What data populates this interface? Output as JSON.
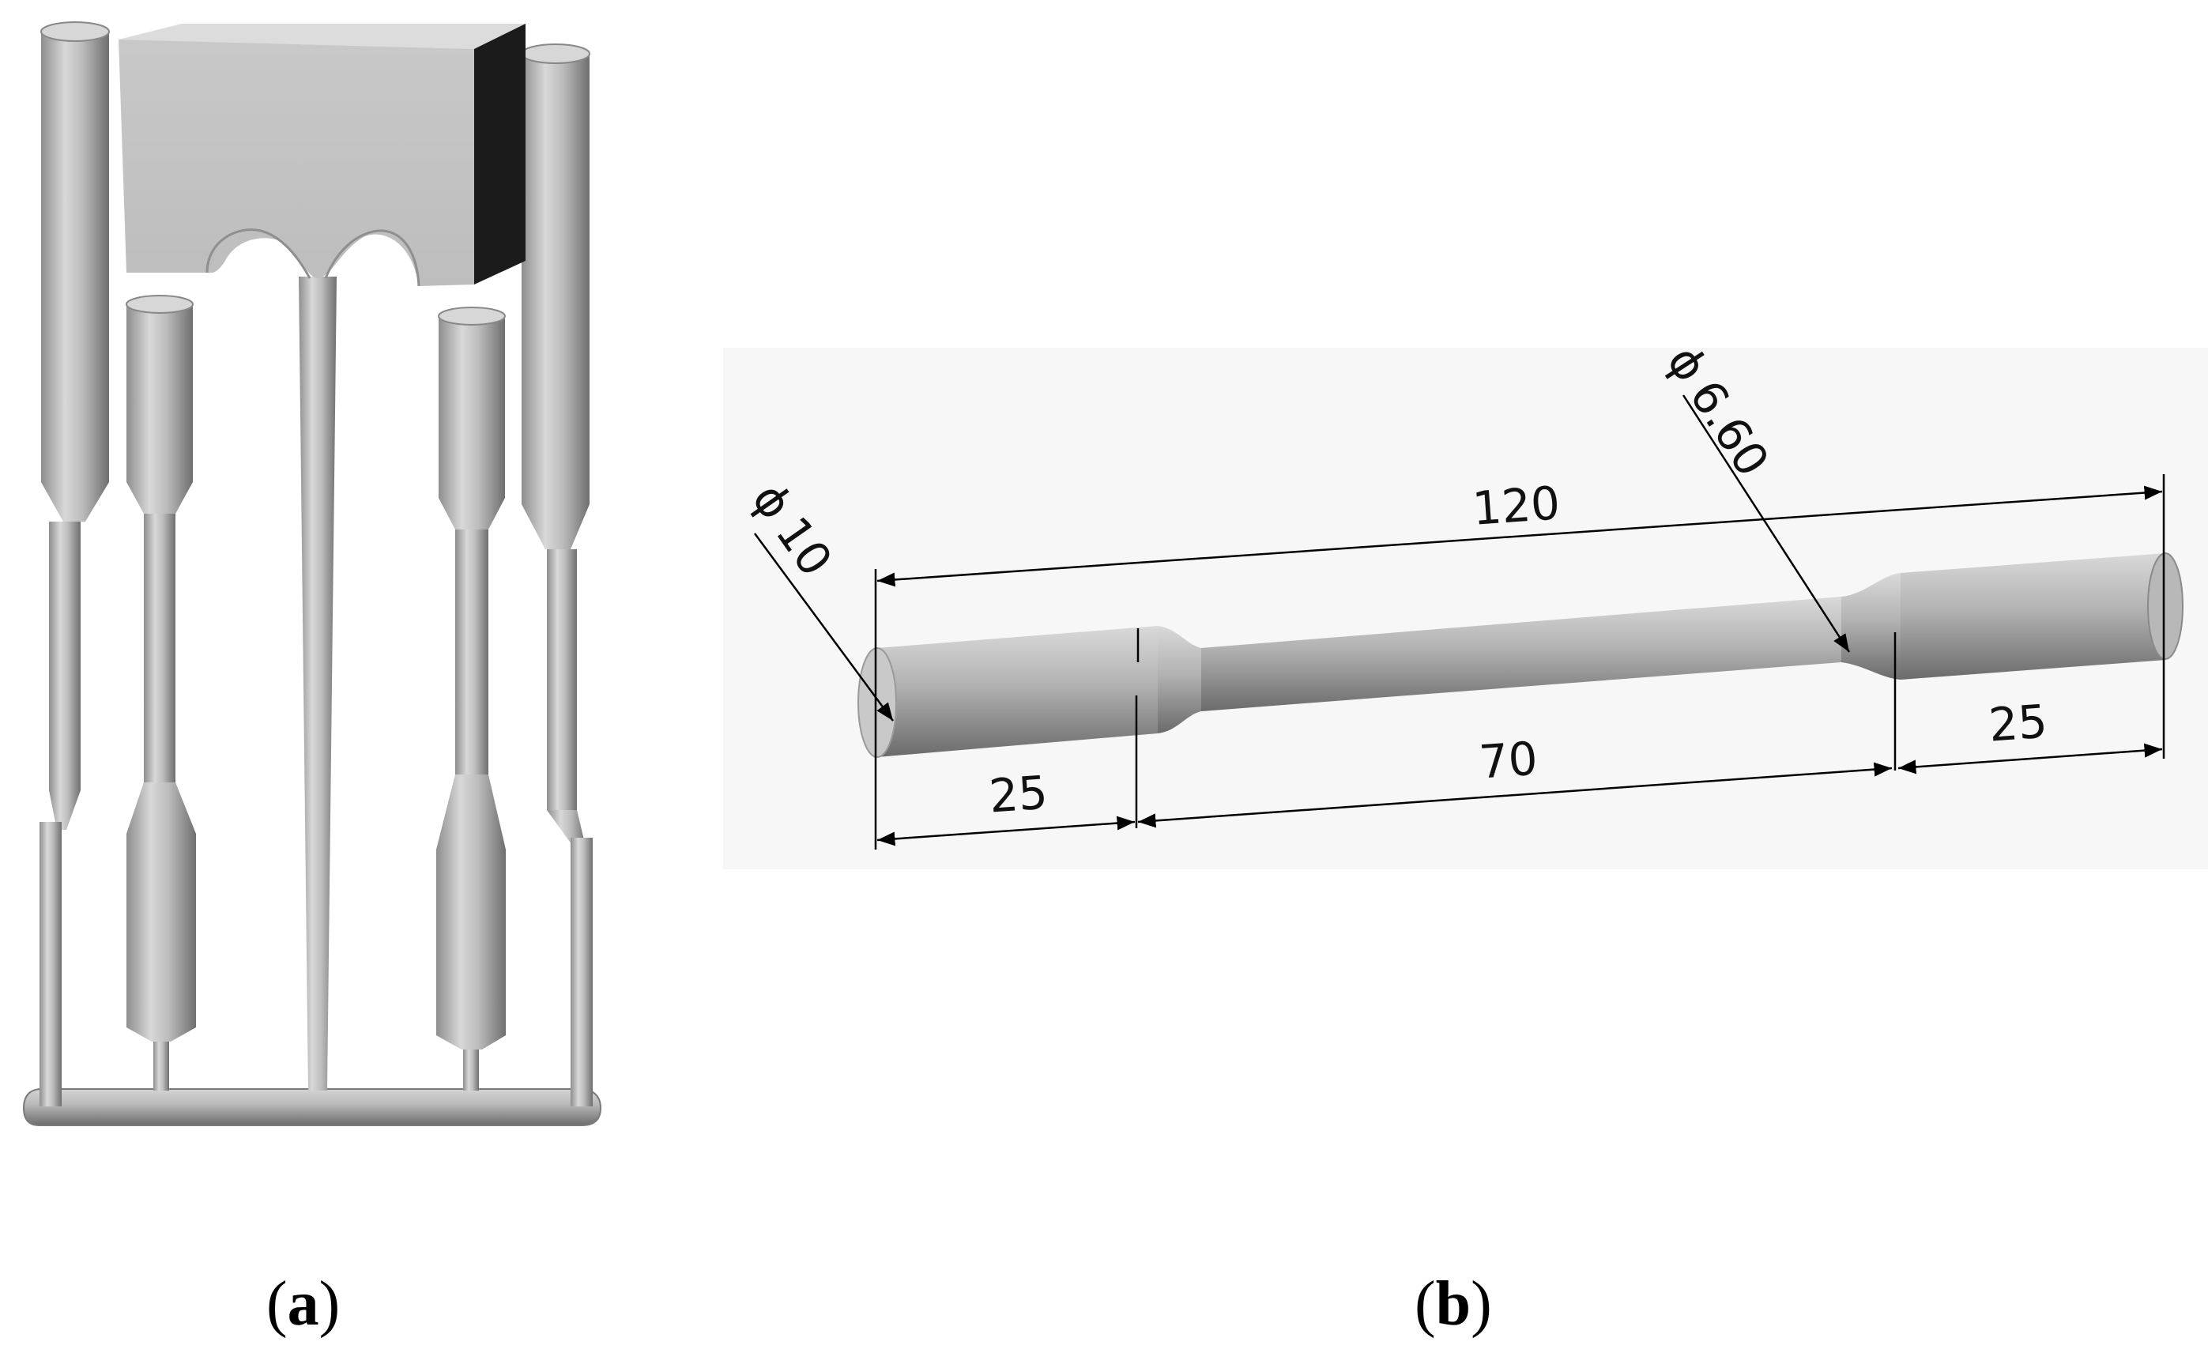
{
  "panels": [
    {
      "id": "a",
      "caption_label": "a"
    },
    {
      "id": "b",
      "caption_label": "b",
      "dimensions": {
        "total_length": "120",
        "grip_length_left": "25",
        "gauge_length": "70",
        "grip_length_right": "25",
        "grip_diameter": "10",
        "gauge_diameter": "6.60",
        "diameter_symbol": "ϕ"
      }
    }
  ],
  "colors": {
    "metal_light": "#d6d6d6",
    "metal_mid": "#a9a9a9",
    "metal_dark": "#6a6a6a",
    "block_face": "#c4c4c4",
    "block_side": "#1b1b1b",
    "dimension_line": "#000000",
    "panel_b_background": "#f7f7f7"
  }
}
